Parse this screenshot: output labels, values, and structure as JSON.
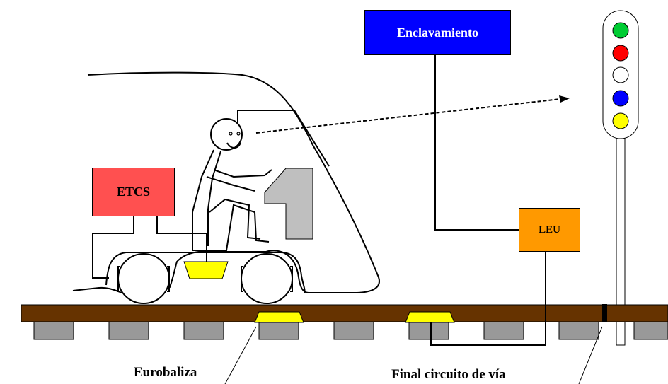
{
  "boxes": {
    "interlocking": {
      "label": "Enclavamiento",
      "color": "#0000ff",
      "text_color": "#ffffff"
    },
    "etcs": {
      "label": "ETCS",
      "color": "#ff5050",
      "text_color": "#000000"
    },
    "leu": {
      "label": "LEU",
      "color": "#ff9900",
      "text_color": "#000000"
    }
  },
  "labels": {
    "eurobalise": "Eurobaliza",
    "track_circuit_end": "Final circuito de vía"
  },
  "signal": {
    "lamps": [
      {
        "name": "green",
        "color": "#00cc33"
      },
      {
        "name": "red",
        "color": "#ff0000"
      },
      {
        "name": "white",
        "color": "#ffffff"
      },
      {
        "name": "blue",
        "color": "#0000ff"
      },
      {
        "name": "yellow",
        "color": "#ffff00"
      }
    ]
  },
  "cab_number": "1",
  "colors": {
    "rail": "#663300",
    "sleeper": "#999999",
    "balise": "#ffff00"
  }
}
